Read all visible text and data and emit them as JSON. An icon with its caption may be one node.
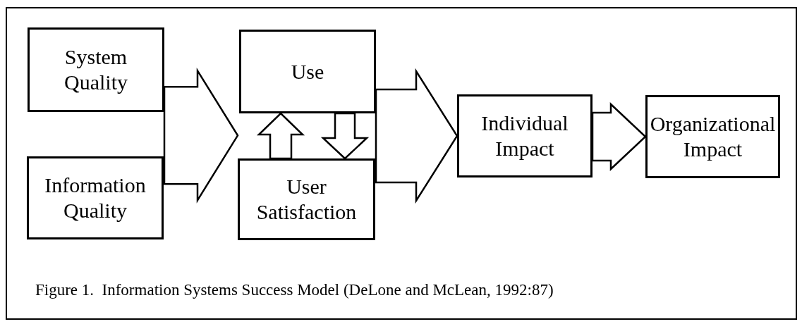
{
  "diagram": {
    "caption": "Figure 1.  Information Systems Success Model (DeLone and McLean, 1992:87)",
    "nodes": [
      {
        "text": [
          "System Quality"
        ]
      },
      {
        "text": [
          "Information Quality"
        ]
      },
      {
        "text": [
          "Use"
        ]
      },
      {
        "text": [
          "User Satisfaction"
        ]
      },
      {
        "text": [
          "Individual Impact"
        ]
      },
      {
        "text": [
          "Organizational Impact"
        ]
      }
    ],
    "edges": [
      {
        "from": 0,
        "to": 2,
        "arrow": "to"
      },
      {
        "from": 0,
        "to": 3,
        "arrow": "to"
      },
      {
        "from": 1,
        "to": 2,
        "arrow": "to"
      },
      {
        "from": 1,
        "to": 3,
        "arrow": "to"
      },
      {
        "from": 2,
        "to": 4,
        "arrow": "to"
      },
      {
        "from": 3,
        "to": 4,
        "arrow": "to"
      },
      {
        "from": 4,
        "to": 5,
        "arrow": "to"
      },
      {
        "from": 3,
        "to": 2,
        "arrow": "to"
      },
      {
        "from": 2,
        "to": 3,
        "arrow": "to"
      }
    ]
  }
}
